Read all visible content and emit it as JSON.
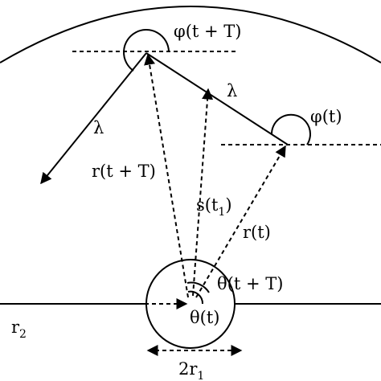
{
  "labels": {
    "phi_t_plus_T": "φ(t + T)",
    "phi_t": "φ(t)",
    "lambda_upper": "λ",
    "lambda_left": "λ",
    "r_t_plus_T": "r(t + T)",
    "s_t1_main": "s(t",
    "s_t1_sub": "1",
    "s_t1_close": ")",
    "r_t": "r(t)",
    "theta_t_plus_T": "θ(t + T)",
    "theta_t": "θ(t)",
    "r2_main": "r",
    "r2_sub": "2",
    "two_r1_main": "2r",
    "two_r1_sub": "1"
  },
  "colors": {
    "ink": "#000000",
    "background": "#ffffff"
  }
}
